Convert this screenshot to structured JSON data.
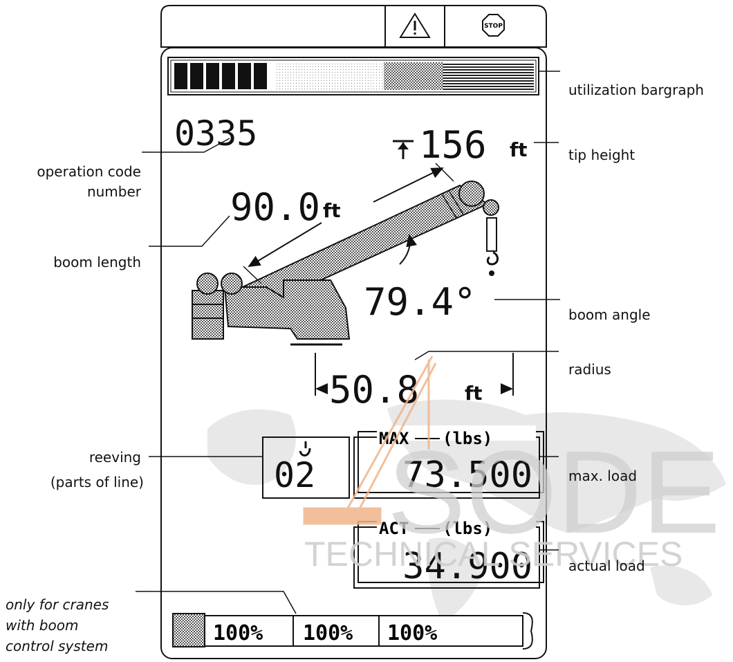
{
  "top_bar": {
    "warning_icon": "warning-triangle-icon",
    "stop_icon": "stop-sign-icon",
    "stop_text": "STOP"
  },
  "display": {
    "utilization": {
      "fill_fraction": 0.52
    },
    "operation_code": "0335",
    "tip_height": {
      "value": "156",
      "unit": "ft"
    },
    "boom_length": {
      "value": "90.0",
      "unit": "ft"
    },
    "boom_angle": {
      "value": "79.4°"
    },
    "radius": {
      "value": "50.8",
      "unit": "ft"
    },
    "reeving": {
      "value": "02"
    },
    "max_load": {
      "header": "MAX",
      "unit": "(lbs)",
      "value": "73.500"
    },
    "actual_load": {
      "header": "ACT",
      "unit": "(lbs)",
      "value": "34.900"
    },
    "boom_control": [
      "100%",
      "100%",
      "100%"
    ]
  },
  "labels": {
    "utilization": "utilization bargraph",
    "tip_height": "tip height",
    "operation_code_1": "operation code",
    "operation_code_2": "number",
    "boom_length": "boom length",
    "boom_angle": "boom angle",
    "radius": "radius",
    "reeving_1": "reeving",
    "reeving_2": "(parts of line)",
    "max_load": "max. load",
    "actual_load": "actual load",
    "note_1": "only for cranes",
    "note_2": "with boom",
    "note_3": "control system"
  },
  "watermark": {
    "logo": "SODE",
    "text": "TECHNICAL SERVICES"
  },
  "colors": {
    "ink": "#111111",
    "dots": "#777777",
    "watermark": "#cfcfcf",
    "watermark_orange": "#f0b48a"
  }
}
